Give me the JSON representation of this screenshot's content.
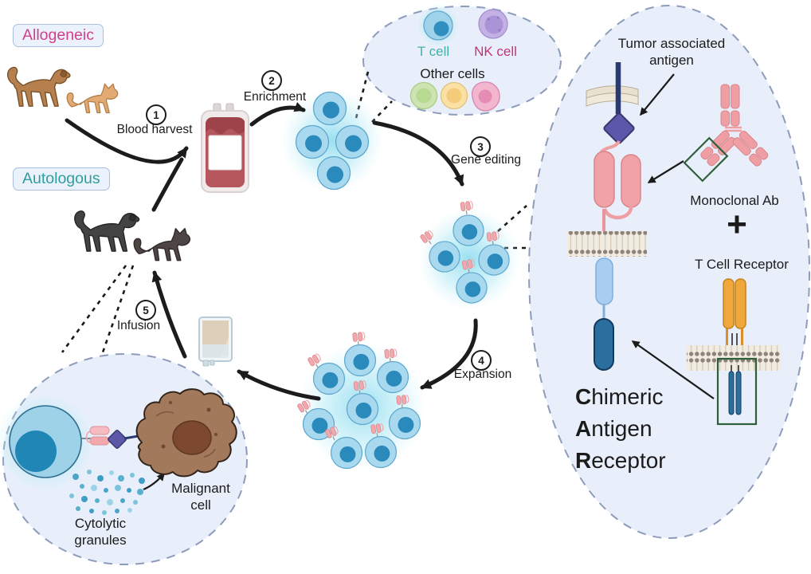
{
  "panel_labels": {
    "allogeneic": "Allogeneic",
    "autologous": "Autologous"
  },
  "steps": [
    {
      "num": "1",
      "label": "Blood harvest"
    },
    {
      "num": "2",
      "label": "Enrichment"
    },
    {
      "num": "3",
      "label": "Gene editing"
    },
    {
      "num": "4",
      "label": "Expansion"
    },
    {
      "num": "5",
      "label": "Infusion"
    }
  ],
  "cell_legend": {
    "t_cell": "T cell",
    "nk_cell": "NK cell",
    "other_cells": "Other cells"
  },
  "car_panel": {
    "tumor_antigen_l1": "Tumor associated",
    "tumor_antigen_l2": "antigen",
    "monoclonal_ab": "Monoclonal Ab",
    "plus": "+",
    "t_cell_receptor": "T Cell Receptor",
    "car_c": "C",
    "car_c_rest": "himeric",
    "car_a": "A",
    "car_a_rest": "ntigen",
    "car_r": "R",
    "car_r_rest": "eceptor"
  },
  "cytotoxicity_panel": {
    "malignant_l1": "Malignant",
    "malignant_l2": "cell",
    "granules_l1": "Cytolytic",
    "granules_l2": "granules"
  },
  "icons": [
    "dog-icon",
    "cat-icon",
    "blood-bag-icon",
    "iv-bag-icon",
    "t-cell-icon",
    "nk-cell-icon",
    "other-cell-icons",
    "car-t-cell-icon",
    "car-receptor-icon",
    "antibody-icon",
    "tcr-icon",
    "tumor-antigen-icon",
    "cell-membrane-icon",
    "malignant-cell-icon",
    "cytolytic-granule-icons",
    "cycle-arrow-icons"
  ],
  "colors": {
    "allogeneic_text": "#d23f8b",
    "autologous_text": "#2f9e9e",
    "t_cell_label": "#45b0a8",
    "nk_cell_label": "#c2337e",
    "panel_fill": "#e9effa",
    "panel_border": "#8d9cba",
    "cell_body": "#a9d9ef",
    "cell_nucleus": "#2b8abc",
    "receptor_pink": "#f0a2a7",
    "antigen_purple": "#5d57aa",
    "antigen_stalk": "#2c3a72",
    "hinge_blue": "#a9cdf1",
    "signal_blue": "#2a6f9e",
    "tcr_orange": "#f0a83c",
    "green_box": "#2d5f3a",
    "malignant_brown": "#a3795c",
    "blood_red": "#b4565c",
    "arrow_black": "#1c1c1c"
  }
}
